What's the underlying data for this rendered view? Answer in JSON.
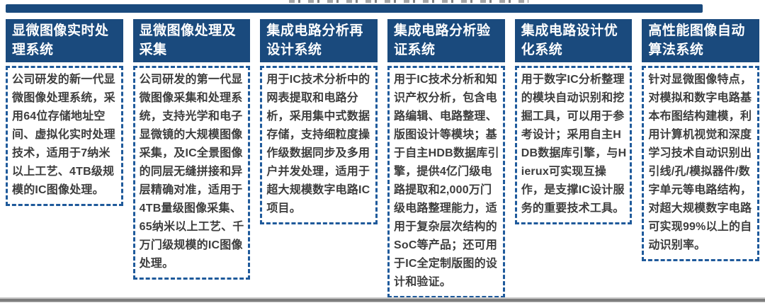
{
  "theme": {
    "primary_blue": "#1a4a7d",
    "dash_blue": "#1f5a9b",
    "body_text": "#3d3d3d",
    "footer_gray": "#7e7e7e"
  },
  "columns": [
    {
      "title": "显微图像实时处理系统",
      "body": "公司研发的新一代显微图像处理系统，采用64位存储地址空间、虚拟化实时处理技术，适用于7纳米以上工艺、4TB级规模的IC图像处理。"
    },
    {
      "title": "显微图像处理及采集",
      "body": "公司研发的第一代显微图像采集和处理系统，支持光学和电子显微镜的大规模图像采集，及IC全景图像的同层无缝拼接和异层精确对准，适用于4TB量级图像采集、65纳米以上工艺、千万门级规模的IC图像处理。"
    },
    {
      "title": "集成电路分析再设计系统",
      "body": "用于IC技术分析中的网表提取和电路分析，采用集中式数据存储，支持细粒度操作级数据同步及多用户并发处理，适用于超大规模数字电路IC项目。"
    },
    {
      "title": "集成电路分析验证系统",
      "body": "用于IC技术分析和知识产权分析，包含电路编辑、电路整理、版图设计等模块；基于自主HDB数据库引擎，提供4亿门级电路提取和2,000万门级电路整理能力，适用于复杂层次结构的SoC等产品；还可用于IC全定制版图的设计和验证。"
    },
    {
      "title": "集成电路设计优化系统",
      "body": "用于数字IC分析整理的模块自动识别和挖掘工具，可以用于参考设计；采用自主HDB数据库引擎，与Hierux可实现互操作，是支撑IC设计服务的重要技术工具。"
    },
    {
      "title": "高性能图像自动算法系统",
      "body": "针对显微图像特点，对模拟和数字电路基本布图结构建模，利用计算机视觉和深度学习技术自动识别出引线/孔/模拟器件/数字单元等电路结构，对超大规模数字电路可实现99%以上的自动识别率。"
    }
  ]
}
